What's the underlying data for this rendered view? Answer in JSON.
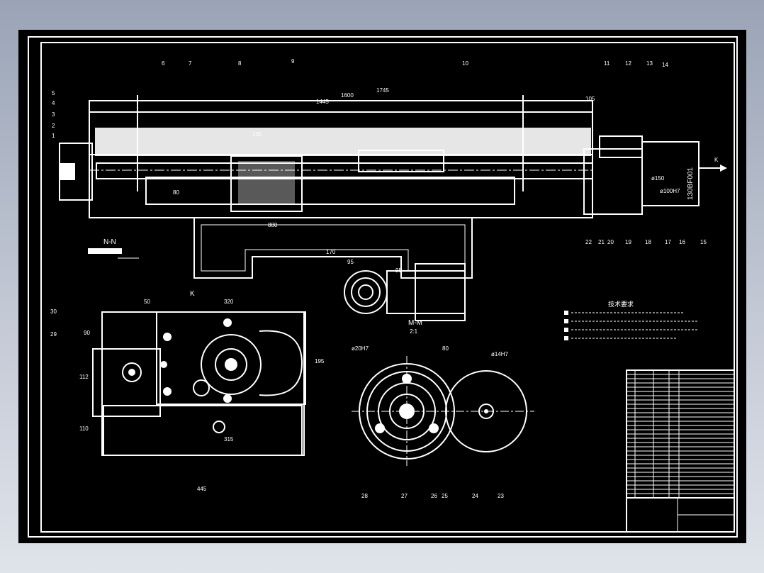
{
  "drawing": {
    "balloons": [
      "1",
      "2",
      "3",
      "4",
      "5",
      "6",
      "7",
      "8",
      "9",
      "10",
      "11",
      "12",
      "13",
      "14",
      "15",
      "16",
      "17",
      "18",
      "19",
      "20",
      "21",
      "22",
      "23",
      "24",
      "25",
      "26",
      "27",
      "28",
      "29",
      "30"
    ],
    "dims": {
      "d1745": "1745",
      "d1600": "1600",
      "d1445": "1445",
      "d105": "105",
      "d135": "135",
      "d80": "80",
      "d880": "880",
      "d170": "170",
      "d95a": "95",
      "d95b": "95",
      "d50": "50",
      "d320": "320",
      "d90": "90",
      "d112": "112",
      "d110": "110",
      "d195": "195",
      "d315": "315",
      "d445": "445",
      "d80b": "80",
      "phi20": "ø20H7",
      "phi14": "ø14H7",
      "phi150": "ø150",
      "phi100": "ø100H7"
    },
    "views": {
      "nn": "N-N",
      "mm": "M-M",
      "mm_scale": "2:1",
      "k": "K",
      "k_arrow": "K"
    },
    "motor_label": "130BF001",
    "tech_req_title": "技术要求"
  }
}
